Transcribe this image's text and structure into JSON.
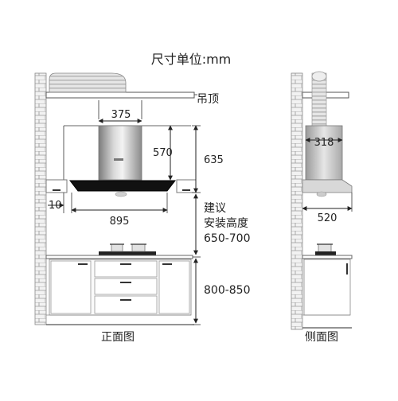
{
  "title": "尺寸单位:mm",
  "labels": {
    "ceiling": "吊顶",
    "front_view": "正面图",
    "side_view": "侧面图",
    "recommend_line1": "建议",
    "recommend_line2": "安装高度",
    "recommend_range": "650-700"
  },
  "dimensions": {
    "top_width": "375",
    "chimney_height": "570",
    "total_height": "635",
    "edge_offset": "10",
    "hood_width": "895",
    "cabinet_height": "800-850",
    "side_depth_top": "318",
    "side_depth_bottom": "520"
  }
}
